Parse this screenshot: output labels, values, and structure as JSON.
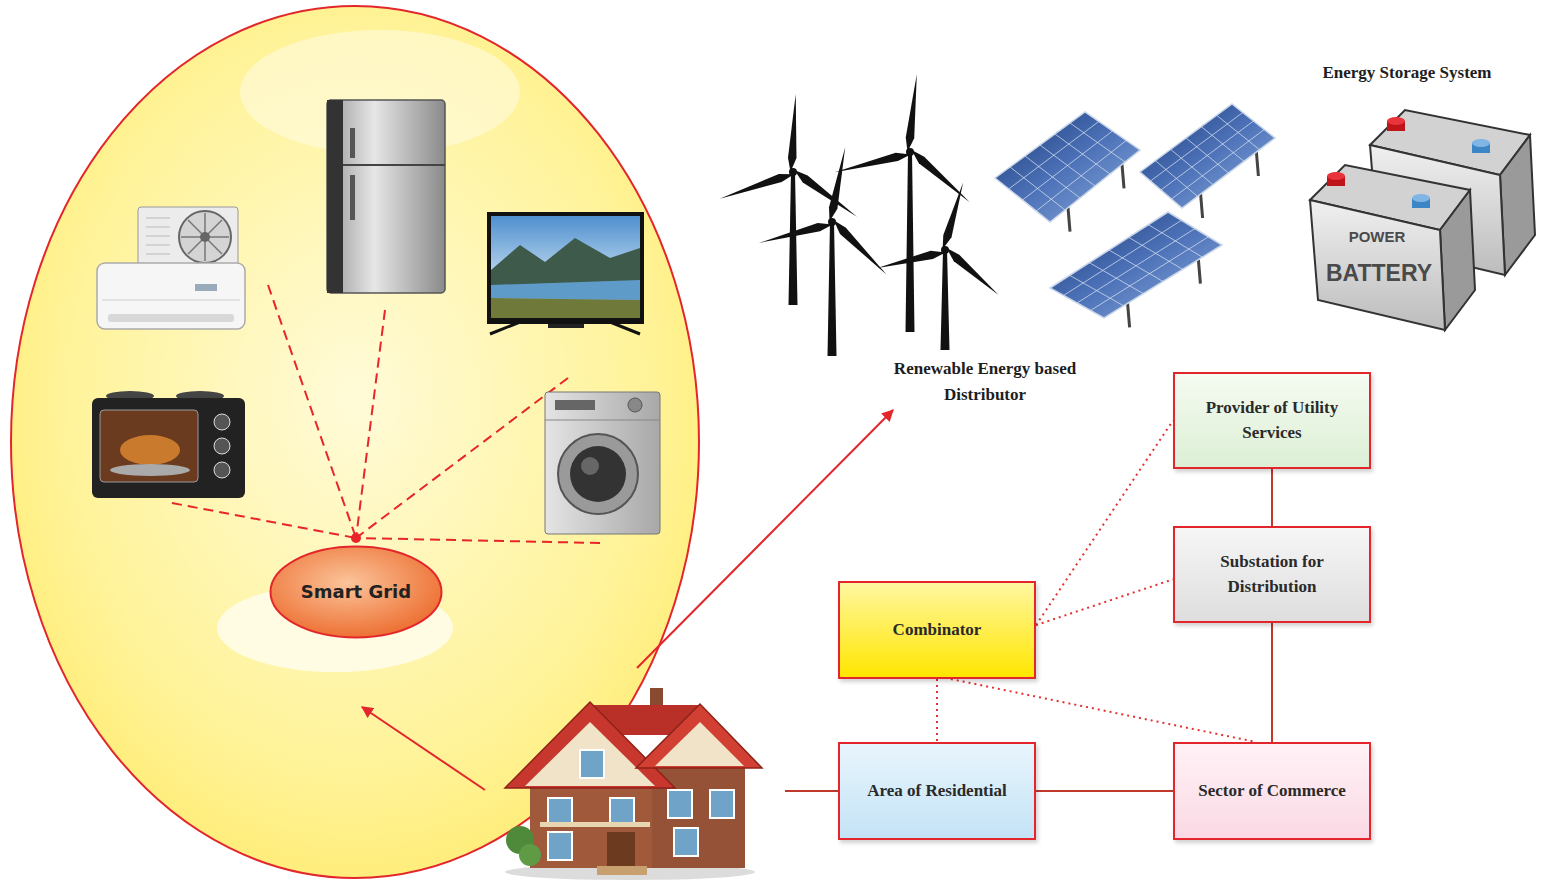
{
  "diagram": {
    "nodes": [
      {
        "text": [
          "Smart Grid"
        ]
      },
      {
        "text": [
          "Provider of Utility Services"
        ]
      },
      {
        "text": [
          "Substation for Distribution"
        ]
      },
      {
        "text": [
          "Combinator"
        ]
      },
      {
        "text": [
          "Area of Residential"
        ]
      },
      {
        "text": [
          "Sector of Commerce"
        ]
      }
    ],
    "edges": [
      {
        "from": 1,
        "to": 2,
        "arrow": "none"
      },
      {
        "from": 2,
        "to": 5,
        "arrow": "none"
      },
      {
        "from": 4,
        "to": 5,
        "arrow": "none"
      },
      {
        "from": 3,
        "to": 1,
        "arrow": "none"
      },
      {
        "from": 3,
        "to": 2,
        "arrow": "none"
      },
      {
        "from": 3,
        "to": 4,
        "arrow": "none"
      },
      {
        "from": 3,
        "to": 5,
        "arrow": "none"
      }
    ],
    "labels": [
      "Energy Storage System",
      "POWER",
      "BATTERY",
      "Renewable Energy based Distributor"
    ]
  }
}
